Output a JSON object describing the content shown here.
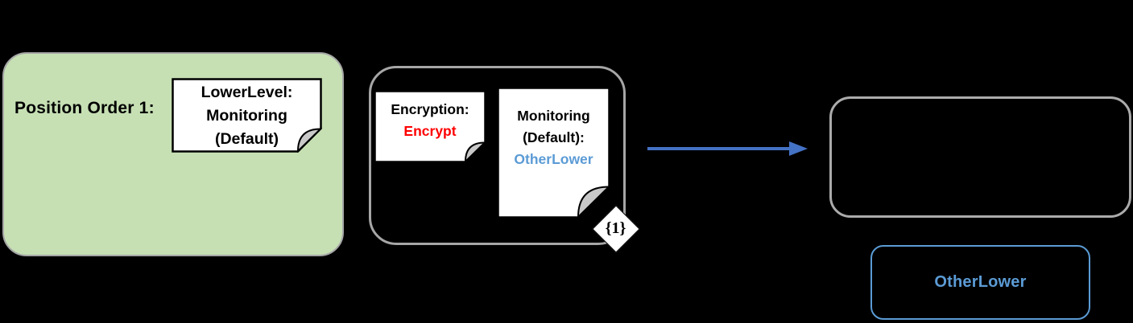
{
  "background_color": "#000000",
  "position_group": {
    "label": "Position Order 1:",
    "fill_color": "#C6E0B4",
    "border_color": "#A6A6A6",
    "note": {
      "line1": "LowerLevel:",
      "line2": "Monitoring",
      "line3": "(Default)"
    }
  },
  "policy_group": {
    "border_color": "#A6A6A6",
    "encryption_note": {
      "title": "Encryption:",
      "value": "Encrypt",
      "value_color": "#FF0000"
    },
    "monitoring_note": {
      "title_line1": "Monitoring",
      "title_line2": "(Default):",
      "value": "OtherLower",
      "value_color": "#5B9BD5"
    },
    "cardinality_badge": "{1}"
  },
  "flow_arrow": {
    "color": "#4472C4",
    "direction": "right"
  },
  "output_group": {
    "border_color": "#ABABAB"
  },
  "result_box": {
    "label": "OtherLower",
    "border_color": "#5B9BD5",
    "text_color": "#5B9BD5"
  }
}
